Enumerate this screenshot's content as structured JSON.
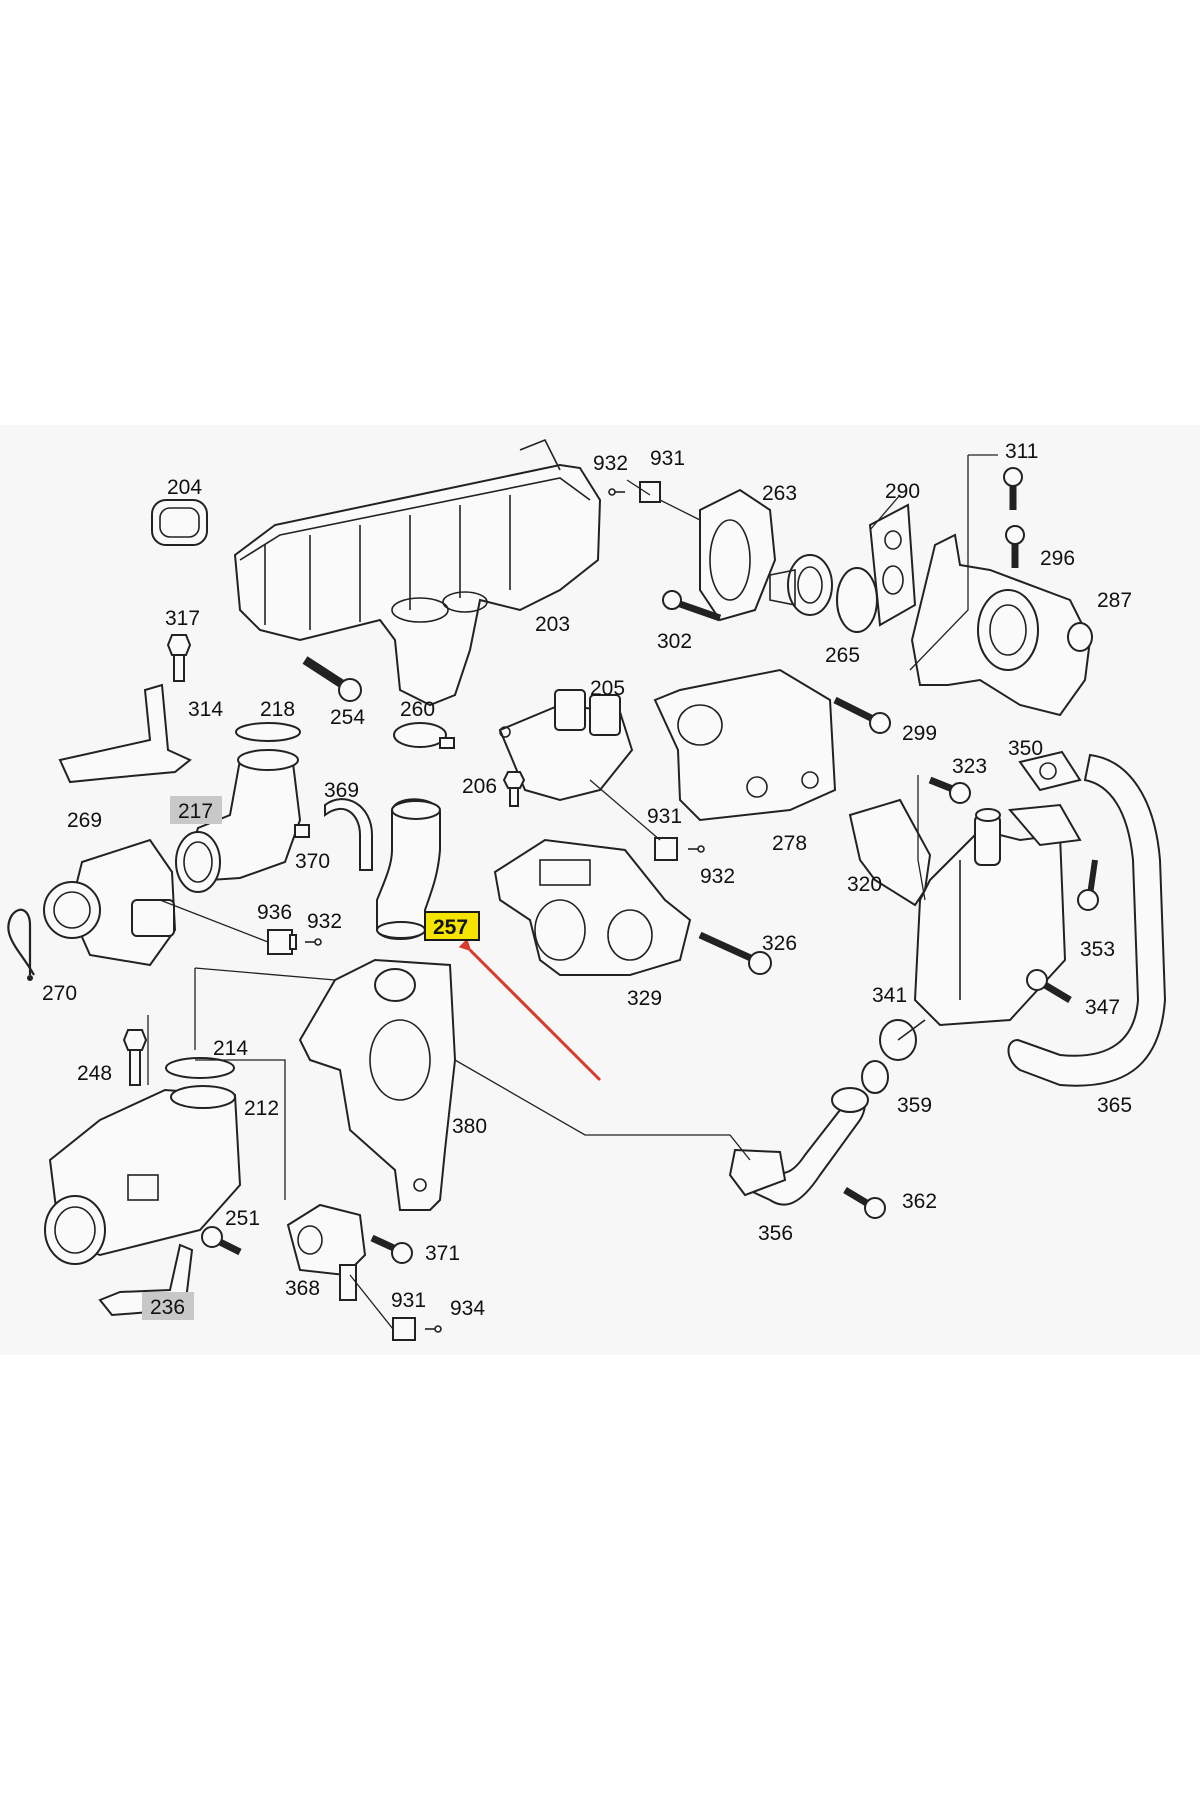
{
  "diagram": {
    "labels": [
      {
        "id": "204",
        "text": "204"
      },
      {
        "id": "203",
        "text": "203"
      },
      {
        "id": "317",
        "text": "317"
      },
      {
        "id": "314",
        "text": "314"
      },
      {
        "id": "254",
        "text": "254"
      },
      {
        "id": "218",
        "text": "218"
      },
      {
        "id": "217",
        "text": "217"
      },
      {
        "id": "260",
        "text": "260"
      },
      {
        "id": "205",
        "text": "205"
      },
      {
        "id": "206",
        "text": "206"
      },
      {
        "id": "269",
        "text": "269"
      },
      {
        "id": "369",
        "text": "369"
      },
      {
        "id": "370",
        "text": "370"
      },
      {
        "id": "936",
        "text": "936"
      },
      {
        "id": "932a",
        "text": "932"
      },
      {
        "id": "257",
        "text": "257"
      },
      {
        "id": "270",
        "text": "270"
      },
      {
        "id": "932b",
        "text": "932"
      },
      {
        "id": "931a",
        "text": "931"
      },
      {
        "id": "263",
        "text": "263"
      },
      {
        "id": "302",
        "text": "302"
      },
      {
        "id": "265",
        "text": "265"
      },
      {
        "id": "290",
        "text": "290"
      },
      {
        "id": "311",
        "text": "311"
      },
      {
        "id": "296",
        "text": "296"
      },
      {
        "id": "287",
        "text": "287"
      },
      {
        "id": "299",
        "text": "299"
      },
      {
        "id": "278",
        "text": "278"
      },
      {
        "id": "931b",
        "text": "931"
      },
      {
        "id": "932c",
        "text": "932"
      },
      {
        "id": "323",
        "text": "323"
      },
      {
        "id": "350",
        "text": "350"
      },
      {
        "id": "320",
        "text": "320"
      },
      {
        "id": "326",
        "text": "326"
      },
      {
        "id": "329",
        "text": "329"
      },
      {
        "id": "353",
        "text": "353"
      },
      {
        "id": "341",
        "text": "341"
      },
      {
        "id": "347",
        "text": "347"
      },
      {
        "id": "248",
        "text": "248"
      },
      {
        "id": "214",
        "text": "214"
      },
      {
        "id": "212",
        "text": "212"
      },
      {
        "id": "380",
        "text": "380"
      },
      {
        "id": "359",
        "text": "359"
      },
      {
        "id": "365",
        "text": "365"
      },
      {
        "id": "251",
        "text": "251"
      },
      {
        "id": "371",
        "text": "371"
      },
      {
        "id": "368",
        "text": "368"
      },
      {
        "id": "931c",
        "text": "931"
      },
      {
        "id": "934",
        "text": "934"
      },
      {
        "id": "236",
        "text": "236"
      },
      {
        "id": "356",
        "text": "356"
      },
      {
        "id": "362",
        "text": "362"
      }
    ],
    "highlighted_label": "257",
    "gray_labels": [
      "217",
      "236"
    ],
    "colors": {
      "highlight": "#f5e400",
      "arrow": "#d93a2b",
      "gray_tag": "#c8c8c8"
    }
  }
}
